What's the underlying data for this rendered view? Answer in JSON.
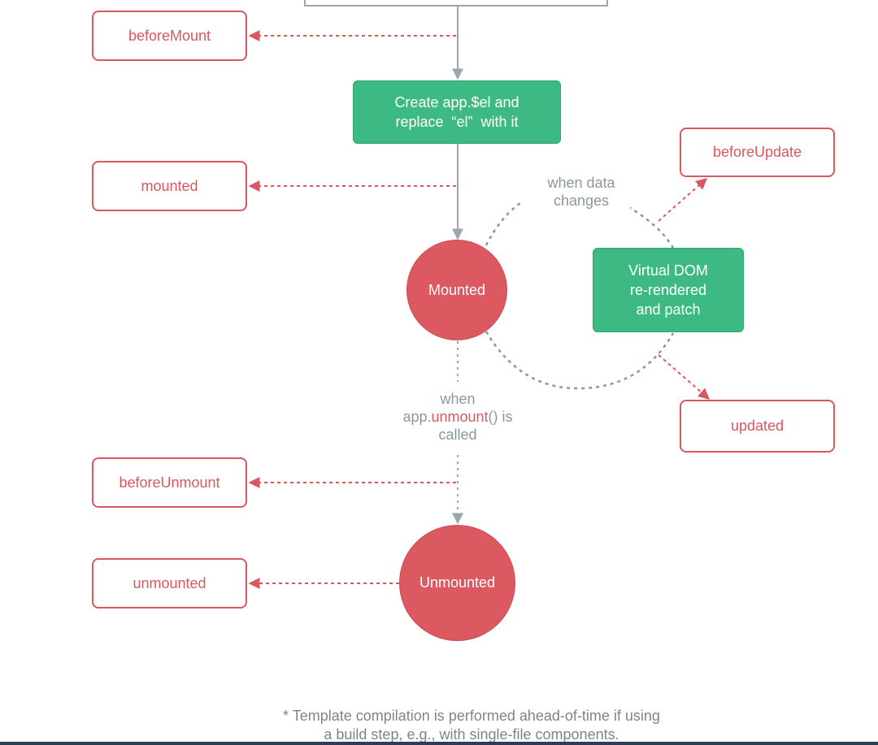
{
  "hooks": {
    "before_mount": "beforeMount",
    "mounted": "mounted",
    "before_update": "beforeUpdate",
    "updated": "updated",
    "before_unmount": "beforeUnmount",
    "unmounted": "unmounted"
  },
  "steps": {
    "create_el_line1": "Create app.$el and",
    "create_el_line2": "replace  “el”  with it",
    "vdom_line1": "Virtual DOM",
    "vdom_line2": "re-rendered",
    "vdom_line3": "and patch"
  },
  "states": {
    "mounted": "Mounted",
    "unmounted": "Unmounted"
  },
  "conditions": {
    "data_changes_line1": "when data",
    "data_changes_line2": "changes",
    "unmount_line1": "when",
    "unmount_prefix": "app.",
    "unmount_method": "unmount",
    "unmount_suffix": "() is",
    "unmount_line3": "called"
  },
  "footnote": {
    "line1": "* Template compilation is performed ahead-of-time if using",
    "line2": "a build step, e.g., with single-file components."
  },
  "colors": {
    "hook": "#d9575f",
    "step": "#3dba84",
    "state": "#dc5961",
    "connector": "#9aa7b0"
  }
}
